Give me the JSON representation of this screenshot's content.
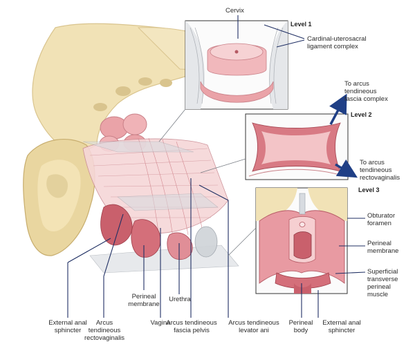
{
  "labels": {
    "cervix": "Cervix",
    "cardinal_1": "Cardinal-uterosacral",
    "cardinal_2": "ligament complex",
    "to_arcus_tfc_1": "To arcus",
    "to_arcus_tfc_2": "tendineous",
    "to_arcus_tfc_3": "fascia complex",
    "to_arcus_rv_1": "To arcus",
    "to_arcus_rv_2": "tendineous",
    "to_arcus_rv_3": "rectovaginalis",
    "obturator_1": "Obturator",
    "obturator_2": "foramen",
    "perineal_mem_r_1": "Perineal",
    "perineal_mem_r_2": "membrane",
    "superficial_1": "Superficial",
    "superficial_2": "transverse",
    "superficial_3": "perineal",
    "superficial_4": "muscle",
    "perineal_mem_b_1": "Perineal",
    "perineal_mem_b_2": "membrane",
    "urethra": "Urethra",
    "ext_anal_l_1": "External anal",
    "ext_anal_l_2": "sphincter",
    "arcus_rv_1": "Arcus",
    "arcus_rv_2": "tendineous",
    "arcus_rv_3": "rectovaginalis",
    "vagina": "Vagina",
    "arcus_fp_1": "Arcus tendineous",
    "arcus_fp_2": "fascia pelvis",
    "arcus_la_1": "Arcus tendineous",
    "arcus_la_2": "levator ani",
    "perineal_body_1": "Perineal",
    "perineal_body_2": "body",
    "ext_anal_r_1": "External anal",
    "ext_anal_r_2": "sphincter"
  },
  "levels": {
    "level1": "Level 1",
    "level2": "Level 2",
    "level3": "Level 3"
  },
  "colors": {
    "bone": "#f1e2b6",
    "bone_shadow": "#d9c48e",
    "tissue_pink": "#eaa3a8",
    "tissue_light": "#f6cfd1",
    "muscle_red": "#c9606c",
    "arrow_navy": "#1f3f86",
    "line": "#1f2f63",
    "fascia_grey": "#cfd3d8"
  }
}
